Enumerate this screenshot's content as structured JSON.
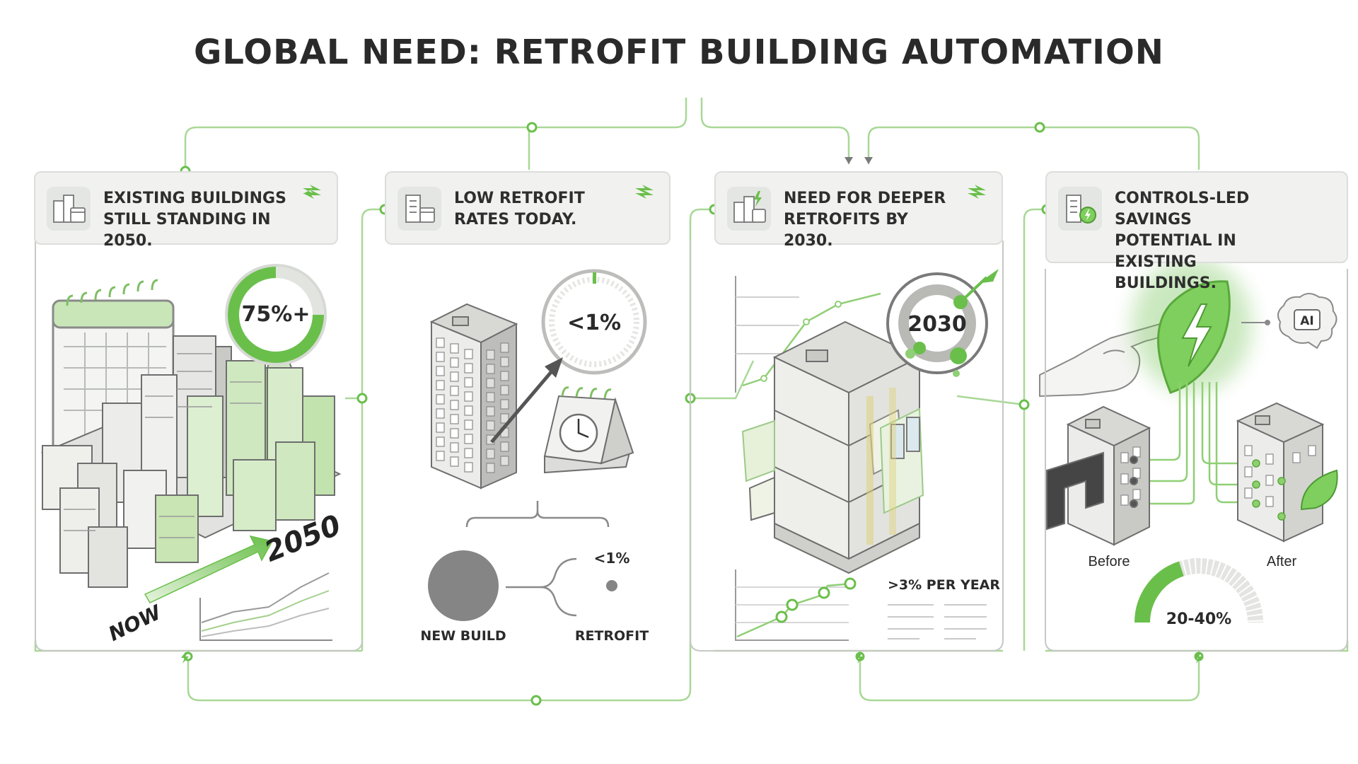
{
  "title": "GLOBAL NEED: RETROFIT BUILDING AUTOMATION",
  "colors": {
    "accent": "#6abf4b",
    "accent_light": "#b9e3a4",
    "line": "#9fd38a",
    "dark": "#4a4a4a",
    "card_bg": "#f1f2f0"
  },
  "cards": [
    {
      "text_line1": "EXISTING BUILDINGS",
      "text_line2": "STILL STANDING IN 2050.",
      "text_line3": "",
      "icon": "buildings-calendar-icon"
    },
    {
      "text_line1": "LOW RETROFIT",
      "text_line2": "RATES TODAY.",
      "text_line3": "",
      "icon": "building-calendar-icon"
    },
    {
      "text_line1": "NEED FOR DEEPER",
      "text_line2": "RETROFITS BY 2030.",
      "text_line3": "",
      "icon": "buildings-bolt-icon"
    },
    {
      "text_line1": "CONTROLS-LED SAVINGS",
      "text_line2": "POTENTIAL IN EXISTING",
      "text_line3": "BUILDINGS.",
      "icon": "building-energy-icon"
    }
  ],
  "panel1": {
    "gauge_value": "75%+",
    "gauge_fraction": 0.75,
    "year_end": "2050",
    "year_start": "NOW"
  },
  "panel2": {
    "gauge_value": "<1%",
    "retrofit_share": "<1%",
    "label_new": "NEW BUILD",
    "label_retrofit": "RETROFIT"
  },
  "panel3": {
    "target_year": "2030",
    "rate_label": ">3% PER YEAR"
  },
  "panel4": {
    "ai_label": "AI",
    "before_label": "Before",
    "after_label": "After",
    "savings_range": "20-40%",
    "savings_fraction_low": 0.2,
    "savings_fraction_high": 0.4
  }
}
